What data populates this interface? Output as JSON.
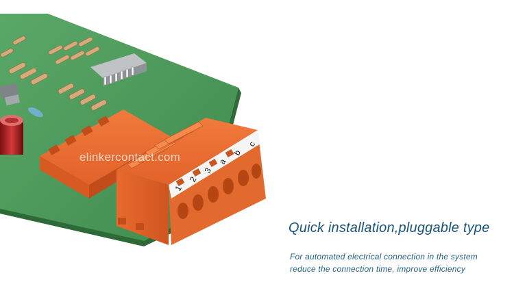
{
  "watermark": "elinkercontact.com",
  "headline": "Quick installation,pluggable type",
  "description": [
    "For automated electrical connection in the system",
    "reduce the connection time, improve efficiency"
  ],
  "slot_labels": [
    "1",
    "2",
    "3",
    "a",
    "b",
    "c"
  ],
  "colors": {
    "pcb": "#4f9a5c",
    "connector": "#e8692d",
    "text": "#17547a"
  }
}
